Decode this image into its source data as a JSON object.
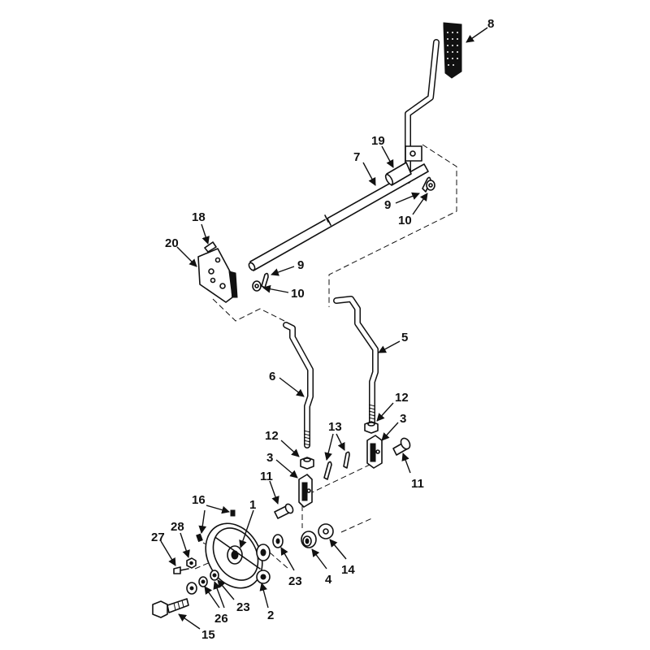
{
  "callouts": {
    "c1": "1",
    "c2": "2",
    "c3a": "3",
    "c3b": "3",
    "c4": "4",
    "c5": "5",
    "c6": "6",
    "c7": "7",
    "c8": "8",
    "c9a": "9",
    "c9b": "9",
    "c10a": "10",
    "c10b": "10",
    "c11a": "11",
    "c11b": "11",
    "c12a": "12",
    "c12b": "12",
    "c13": "13",
    "c14": "14",
    "c15": "15",
    "c16": "16",
    "c18": "18",
    "c19": "19",
    "c20": "20",
    "c23a": "23",
    "c23b": "23",
    "c26": "26",
    "c27": "27",
    "c28": "28"
  }
}
